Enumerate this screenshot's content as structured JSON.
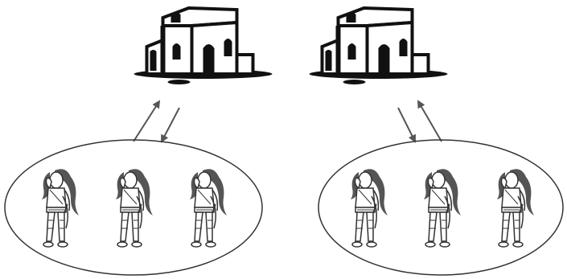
{
  "diagram": {
    "groups": [
      {
        "id": "left",
        "building_icon": "house-icon",
        "members": [
          {
            "icon": "warrior-figure-icon"
          },
          {
            "icon": "warrior-figure-icon"
          },
          {
            "icon": "warrior-figure-icon"
          }
        ],
        "arrows": [
          {
            "direction": "up",
            "icon": "arrow-up-icon"
          },
          {
            "direction": "down",
            "icon": "arrow-down-icon"
          }
        ]
      },
      {
        "id": "right",
        "building_icon": "house-icon",
        "members": [
          {
            "icon": "warrior-figure-icon"
          },
          {
            "icon": "warrior-figure-icon"
          },
          {
            "icon": "warrior-figure-icon"
          }
        ],
        "arrows": [
          {
            "direction": "down",
            "icon": "arrow-down-icon"
          },
          {
            "direction": "up",
            "icon": "arrow-up-icon"
          }
        ]
      }
    ],
    "colors": {
      "stroke": "#333333",
      "fill_dark": "#111111",
      "fill_light": "#ffffff",
      "hair": "#444444"
    }
  }
}
